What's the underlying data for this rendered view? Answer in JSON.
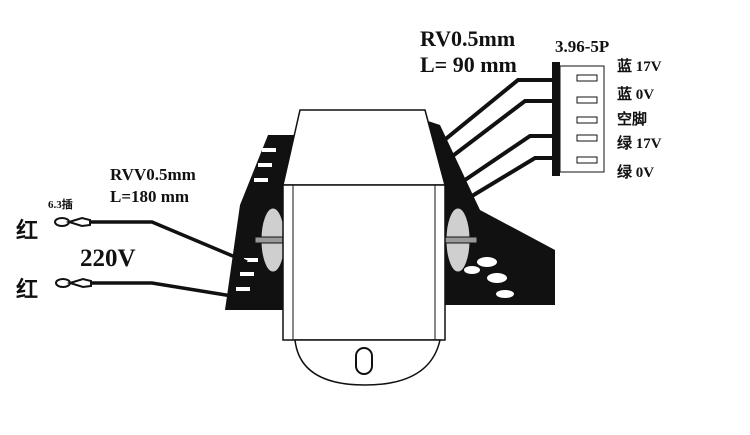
{
  "secondary_cable": {
    "type": "RV0.5mm",
    "length": "L= 90 mm"
  },
  "connector": {
    "model": "3.96-5P",
    "pins": [
      {
        "label": "蓝 17V"
      },
      {
        "label": "蓝 0V"
      },
      {
        "label": "空脚"
      },
      {
        "label": "绿 17V"
      },
      {
        "label": "绿 0V"
      }
    ]
  },
  "primary_cable": {
    "type": "RVV0.5mm",
    "length": "L=180 mm"
  },
  "primary_terminal": "6.3插",
  "primary_wires": [
    {
      "color_label": "红"
    },
    {
      "color_label": "红"
    }
  ],
  "primary_voltage": "220V",
  "colors": {
    "ink": "#111111",
    "body": "#ffffff",
    "coil": "#cfcfcf"
  }
}
